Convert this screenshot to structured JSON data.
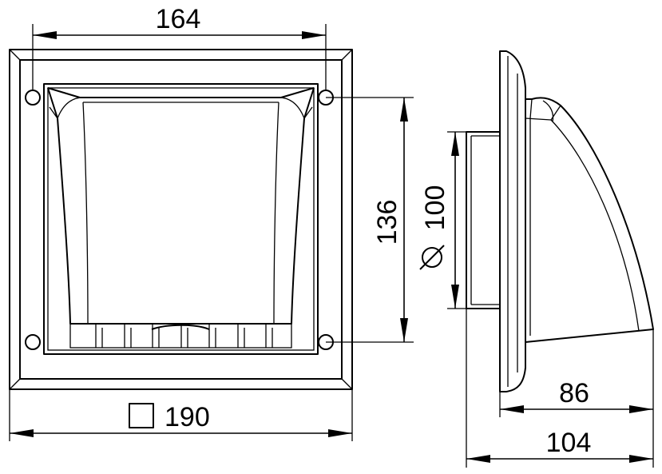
{
  "front_view": {
    "hole_spacing_width": "164",
    "hole_spacing_height": "136",
    "frame_size_symbol": "square-symbol",
    "frame_size": "190"
  },
  "side_view": {
    "duct_diameter_symbol": "diameter-symbol",
    "duct_diameter": "100",
    "hood_depth": "86",
    "total_depth": "104"
  }
}
